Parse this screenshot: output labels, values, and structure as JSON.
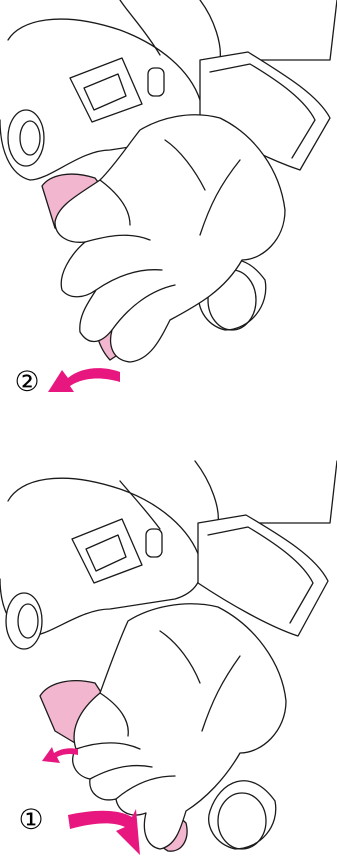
{
  "colors": {
    "line": "#1a1a1a",
    "accent": "#e8177f",
    "trigger_fill": "#f2b6cf",
    "paper": "#ffffff"
  },
  "steps": [
    {
      "label": "②",
      "direction": "left"
    },
    {
      "label": "①",
      "direction": "right"
    }
  ]
}
